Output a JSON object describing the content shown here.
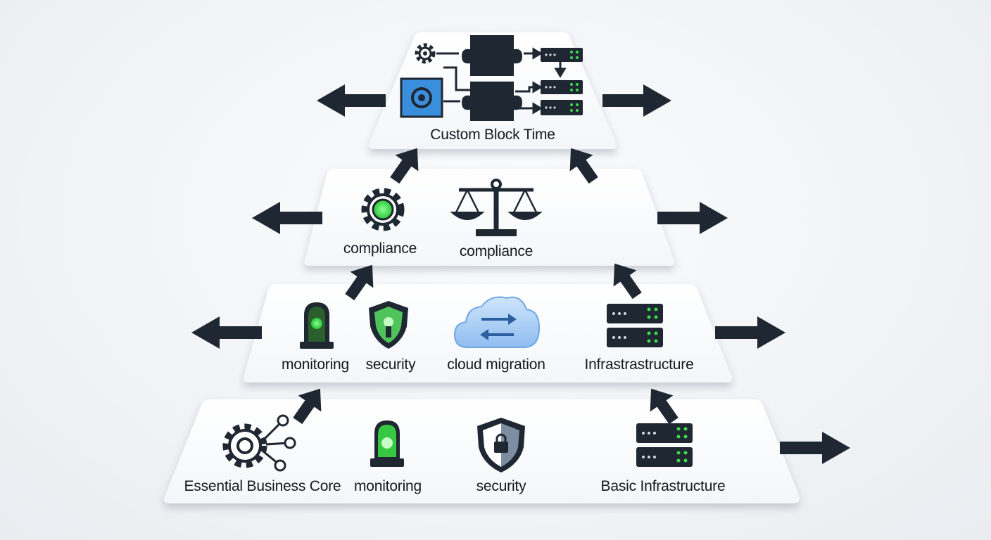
{
  "tiers": {
    "top": {
      "label": "Custom Block Time"
    },
    "second": {
      "left_label": "compliance",
      "right_label": "compliance"
    },
    "third": {
      "labels": [
        "monitoring",
        "security",
        "cloud migration",
        "Infrastrastructure"
      ]
    },
    "bottom": {
      "labels": [
        "Essential Business Core",
        "monitoring",
        "security",
        "Basic Infrastructure"
      ]
    }
  },
  "colors": {
    "ink": "#1e2732",
    "accent_blue": "#3a8fdc",
    "accent_green": "#3ddc4a",
    "tier_fill": "#ffffff"
  },
  "icons": [
    "gear-icon",
    "puzzle-icon",
    "server-icon",
    "scales-icon",
    "beacon-icon",
    "shield-icon",
    "cloud-icon",
    "gear-network-icon",
    "shield-lock-icon"
  ]
}
